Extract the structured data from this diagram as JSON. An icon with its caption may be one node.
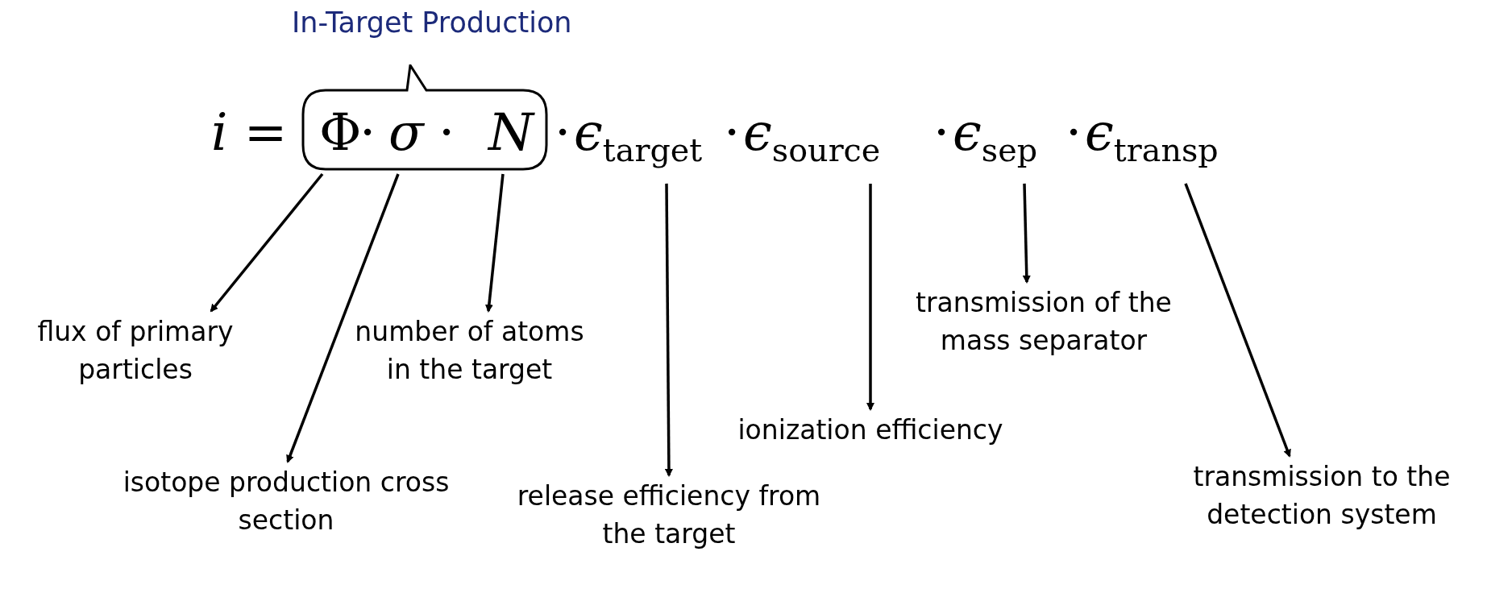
{
  "diagram": {
    "nodes": [
      {
        "text": [
          "In-Target Production"
        ]
      },
      {
        "text": [
          "Φ"
        ],
        "in": 0
      },
      {
        "text": [
          "σ"
        ],
        "in": 0
      },
      {
        "text": [
          "N"
        ],
        "in": 0
      },
      {
        "text": [
          "ϵ$_{target}$"
        ]
      },
      {
        "text": [
          "ϵ$_{source}$"
        ]
      },
      {
        "text": [
          "ϵ$_{sep}$"
        ]
      },
      {
        "text": [
          "ϵ$_{transp}$"
        ]
      },
      {
        "text": [
          "flux of primary particles"
        ]
      },
      {
        "text": [
          "isotope production cross section"
        ]
      },
      {
        "text": [
          "number of atoms in the target"
        ]
      },
      {
        "text": [
          "release efficiency from the target"
        ]
      },
      {
        "text": [
          "ionization efficiency"
        ]
      },
      {
        "text": [
          "transmission of the mass separator"
        ]
      },
      {
        "text": [
          "transmission to the detection system"
        ]
      }
    ],
    "edges": [
      {
        "from": 1,
        "to": 8,
        "arrow": "to"
      },
      {
        "from": 2,
        "to": 9,
        "arrow": "to"
      },
      {
        "from": 3,
        "to": 10,
        "arrow": "to"
      },
      {
        "from": 4,
        "to": 11,
        "arrow": "to"
      },
      {
        "from": 5,
        "to": 12,
        "arrow": "to"
      },
      {
        "from": 6,
        "to": 13,
        "arrow": "to"
      },
      {
        "from": 7,
        "to": 14,
        "arrow": "to"
      }
    ],
    "labels": [
      "i =",
      "·",
      "·",
      "·",
      "·",
      "·",
      "·"
    ]
  }
}
